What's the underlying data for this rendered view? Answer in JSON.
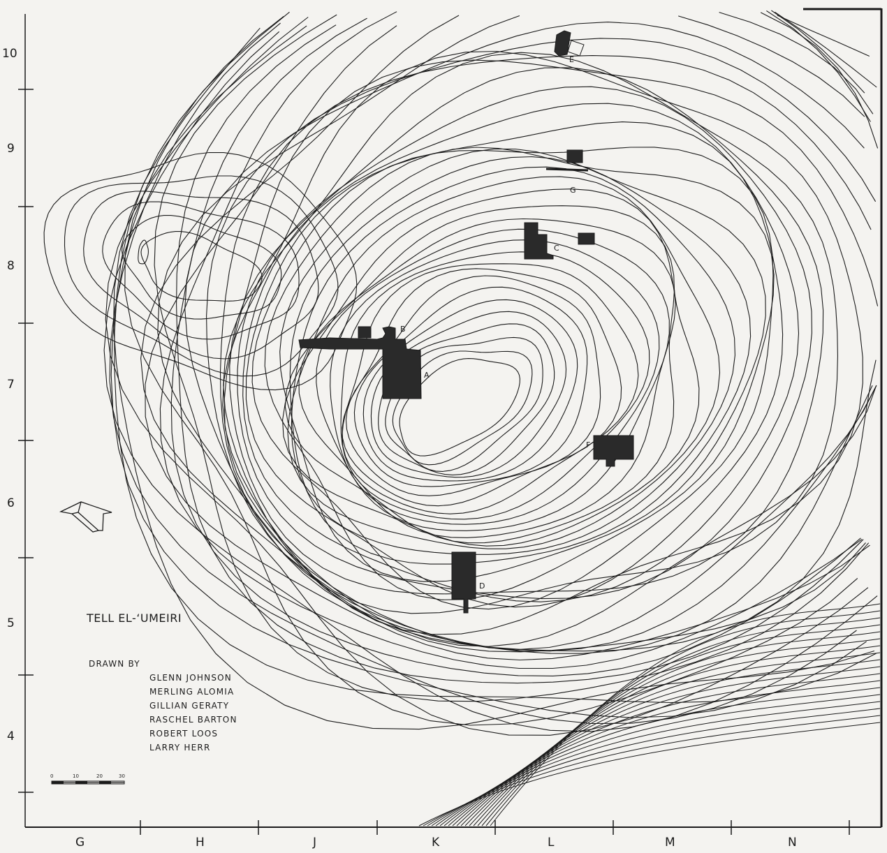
{
  "title": "TELL EL-‘UMEIRI",
  "drawn_by_label": "DRAWN BY",
  "drawn_by": [
    "GLENN JOHNSON",
    "MERLING ALOMIA",
    "GILLIAN GERATY",
    "RASCHEL BARTON",
    "ROBERT LOOS",
    "LARRY HERR"
  ],
  "grid": {
    "columns": [
      "G",
      "H",
      "J",
      "K",
      "L",
      "M",
      "N"
    ],
    "rows": [
      "10",
      "9",
      "8",
      "7",
      "6",
      "5",
      "4"
    ]
  },
  "scale_bar": {
    "ticks": [
      "0",
      "10",
      "20",
      "30"
    ]
  },
  "fields": [
    "A",
    "B",
    "C",
    "D",
    "E",
    "F",
    "G"
  ],
  "north_arrow_icon": "north-arrow-icon",
  "colors": {
    "ink": "#1a1a1a",
    "paper": "#f4f3f0",
    "fill": "#2a2a2a"
  }
}
